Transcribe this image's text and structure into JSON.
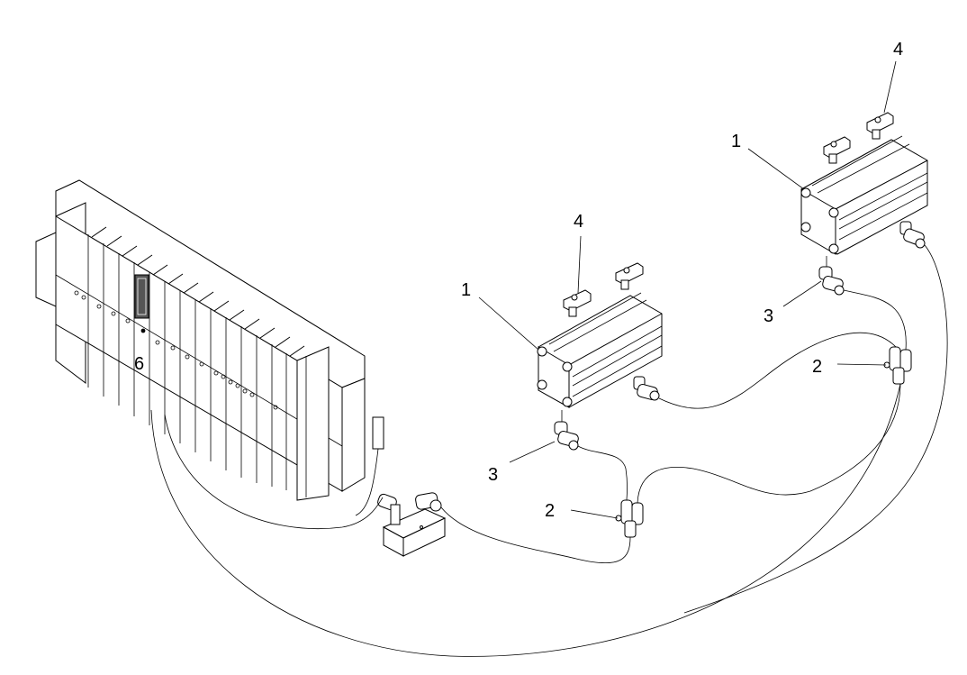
{
  "diagram": {
    "type": "pneumatic assembly exploded view",
    "callouts": [
      {
        "id": "callout-4-right",
        "text": "4",
        "part": "sensor bracket"
      },
      {
        "id": "callout-1-right",
        "text": "1",
        "part": "pneumatic cylinder"
      },
      {
        "id": "callout-3-right",
        "text": "3",
        "part": "elbow fitting"
      },
      {
        "id": "callout-2-right",
        "text": "2",
        "part": "Y/T push-in fitting"
      },
      {
        "id": "callout-4-left",
        "text": "4",
        "part": "sensor bracket"
      },
      {
        "id": "callout-1-left",
        "text": "1",
        "part": "pneumatic cylinder"
      },
      {
        "id": "callout-3-left",
        "text": "3",
        "part": "elbow fitting"
      },
      {
        "id": "callout-2-left",
        "text": "2",
        "part": "Y/T push-in fitting"
      },
      {
        "id": "callout-6",
        "text": "6",
        "part": "valve manifold module"
      }
    ],
    "colors": {
      "line": "#000000",
      "background": "#ffffff"
    }
  }
}
